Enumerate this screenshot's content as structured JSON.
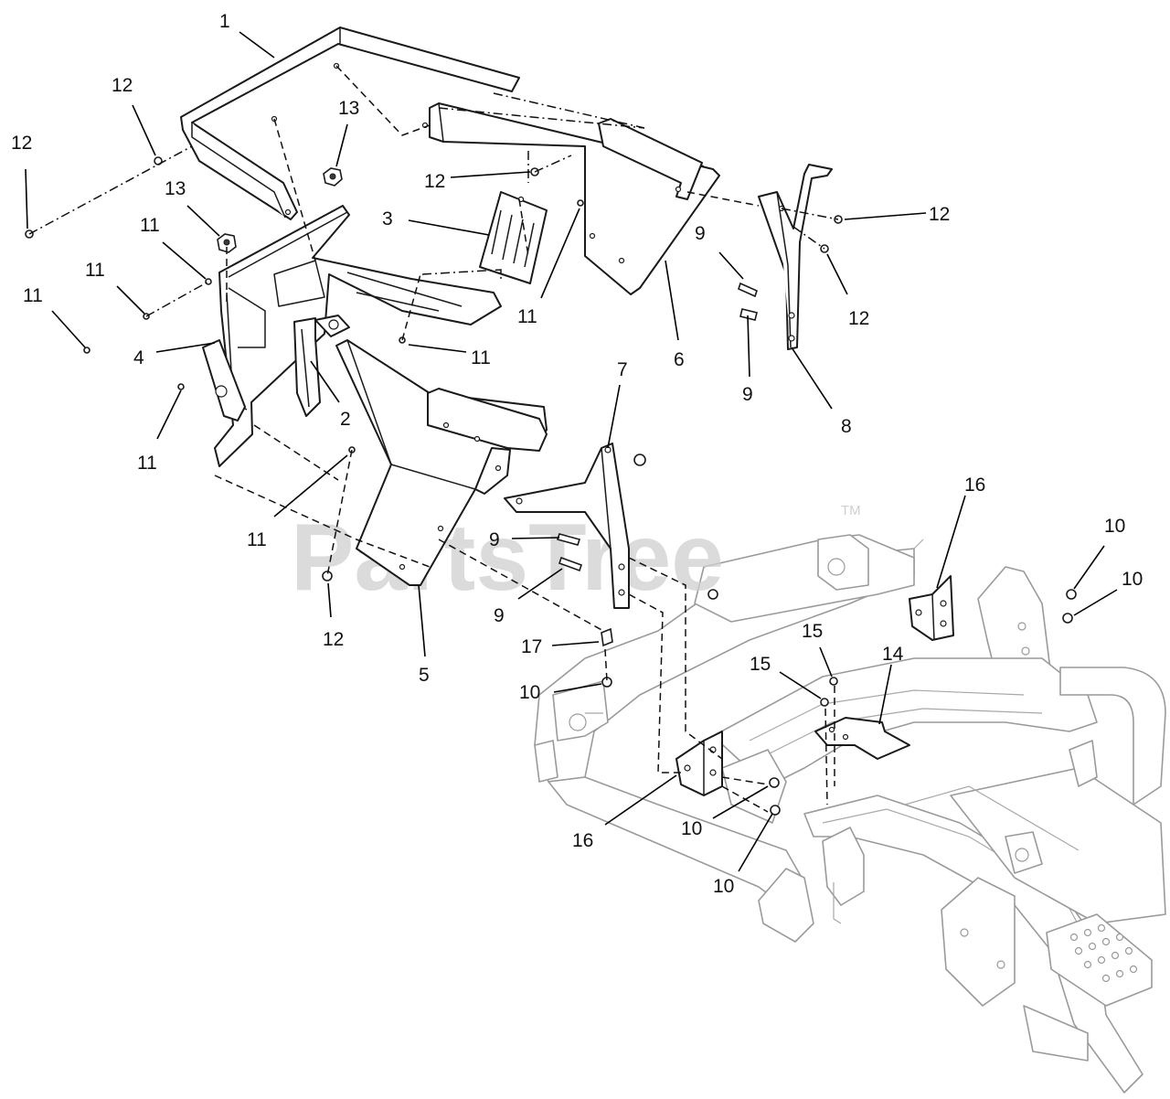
{
  "watermark": {
    "brand": "PartsTree",
    "trademark": "TM"
  },
  "callouts": [
    {
      "id": "c1",
      "label": "1"
    },
    {
      "id": "c12a",
      "label": "12"
    },
    {
      "id": "c12b",
      "label": "12"
    },
    {
      "id": "c13a",
      "label": "13"
    },
    {
      "id": "c13b",
      "label": "13"
    },
    {
      "id": "c11a",
      "label": "11"
    },
    {
      "id": "c11b",
      "label": "11"
    },
    {
      "id": "c11c",
      "label": "11"
    },
    {
      "id": "c12c",
      "label": "12"
    },
    {
      "id": "c3",
      "label": "3"
    },
    {
      "id": "c11d",
      "label": "11"
    },
    {
      "id": "c11e",
      "label": "11"
    },
    {
      "id": "c4",
      "label": "4"
    },
    {
      "id": "c2",
      "label": "2"
    },
    {
      "id": "c11f",
      "label": "11"
    },
    {
      "id": "c11g",
      "label": "11"
    },
    {
      "id": "c12d",
      "label": "12"
    },
    {
      "id": "c5",
      "label": "5"
    },
    {
      "id": "c9a",
      "label": "9"
    },
    {
      "id": "c6",
      "label": "6"
    },
    {
      "id": "c12e",
      "label": "12"
    },
    {
      "id": "c12f",
      "label": "12"
    },
    {
      "id": "c9b",
      "label": "9"
    },
    {
      "id": "c8",
      "label": "8"
    },
    {
      "id": "c7",
      "label": "7"
    },
    {
      "id": "c9c",
      "label": "9"
    },
    {
      "id": "c9d",
      "label": "9"
    },
    {
      "id": "c17",
      "label": "17"
    },
    {
      "id": "c10a",
      "label": "10"
    },
    {
      "id": "c16a",
      "label": "16"
    },
    {
      "id": "c10b",
      "label": "10"
    },
    {
      "id": "c10c",
      "label": "10"
    },
    {
      "id": "c15a",
      "label": "15"
    },
    {
      "id": "c15b",
      "label": "15"
    },
    {
      "id": "c14",
      "label": "14"
    },
    {
      "id": "c16b",
      "label": "16"
    },
    {
      "id": "c10d",
      "label": "10"
    },
    {
      "id": "c10e",
      "label": "10"
    }
  ]
}
